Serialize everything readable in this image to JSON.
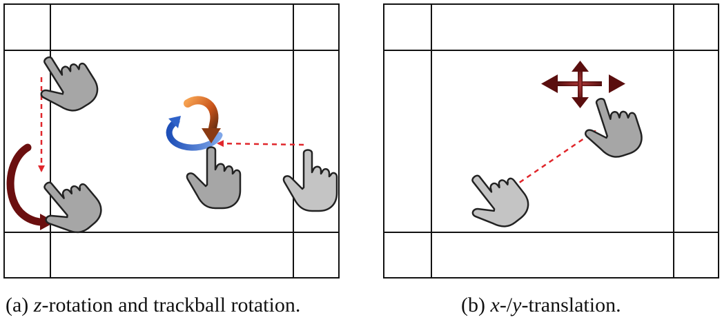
{
  "captions": {
    "a": {
      "label": "(a)",
      "var": "z",
      "text": "-rotation and trackball rotation."
    },
    "b": {
      "label": "(b)",
      "var_x": "x",
      "sep": "-/",
      "var_y": "y",
      "text": "-translation."
    }
  },
  "colors": {
    "frame": "#111111",
    "hand_fill": "#a6a6a6",
    "hand_fill_light": "#c4c4c4",
    "hand_outline": "#222222",
    "dashed_arrow": "#e0262b",
    "dark_red": "#6b0f0f",
    "trackball_blue": "#2f62c9",
    "trackball_orange": "#d3621c"
  },
  "icons": [
    "pointing-hand-icon",
    "curved-rotation-arrow-icon",
    "trackball-rotation-icon",
    "four-way-move-arrow-icon"
  ]
}
